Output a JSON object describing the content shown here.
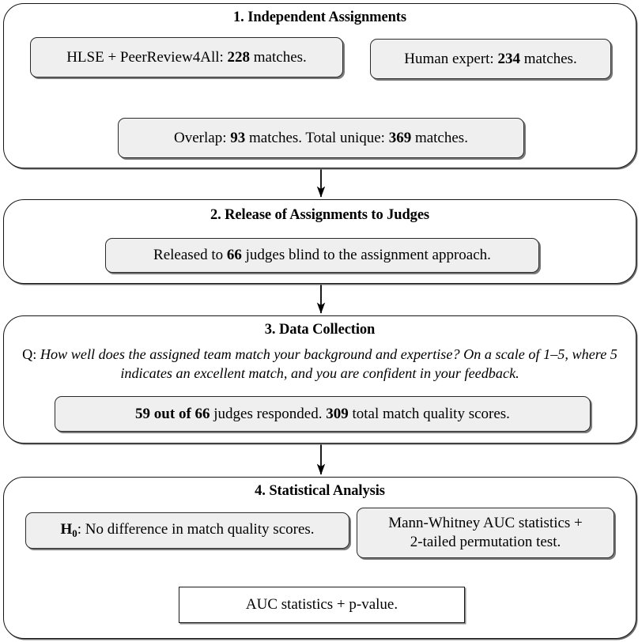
{
  "figure": {
    "type": "flowchart",
    "orientation": "vertical",
    "stage_count": 4,
    "colors": {
      "node_fill": "#efefef",
      "node_border": "#2a2a2a",
      "stage_border": "#151515",
      "background": "#ffffff",
      "arrow": "#000000"
    }
  },
  "stages": [
    {
      "number": "1",
      "title": "1. Independent Assignments",
      "nodes": [
        {
          "id": "hlse-node",
          "text_parts": [
            {
              "text": "HLSE + PeerReview4All: ",
              "bold": false
            },
            {
              "text": "228",
              "bold": true
            },
            {
              "text": " matches.",
              "bold": false
            }
          ],
          "plain_text": "HLSE + PeerReview4All: 228 matches."
        },
        {
          "id": "human-expert-node",
          "text_parts": [
            {
              "text": "Human expert: ",
              "bold": false
            },
            {
              "text": "234",
              "bold": true
            },
            {
              "text": " matches.",
              "bold": false
            }
          ],
          "plain_text": "Human expert: 234 matches."
        },
        {
          "id": "overlap-node",
          "text_parts": [
            {
              "text": "Overlap: ",
              "bold": false
            },
            {
              "text": "93",
              "bold": true
            },
            {
              "text": " matches. Total unique: ",
              "bold": false
            },
            {
              "text": "369",
              "bold": true
            },
            {
              "text": " matches.",
              "bold": false
            }
          ],
          "plain_text": "Overlap: 93 matches. Total unique: 369 matches."
        }
      ]
    },
    {
      "number": "2",
      "title": "2. Release of Assignments to Judges",
      "nodes": [
        {
          "id": "released-node",
          "text_parts": [
            {
              "text": "Released to ",
              "bold": false
            },
            {
              "text": "66",
              "bold": true
            },
            {
              "text": " judges blind to the assignment approach.",
              "bold": false
            }
          ],
          "plain_text": "Released to 66 judges blind to the assignment approach."
        }
      ]
    },
    {
      "number": "3",
      "title": "3. Data Collection",
      "question": {
        "label": "Q",
        "separator": ": ",
        "body": "How well does the assigned team match your background and expertise? On a scale of 1–5, where 5 indicates an excellent match, and you are confident in your feedback."
      },
      "nodes": [
        {
          "id": "responded-node",
          "text_parts": [
            {
              "text": "59 out of 66",
              "bold": true
            },
            {
              "text": " judges responded. ",
              "bold": false
            },
            {
              "text": "309",
              "bold": true
            },
            {
              "text": " total match quality scores.",
              "bold": false
            }
          ],
          "plain_text": "59 out of 66 judges responded. 309 total match quality scores."
        }
      ]
    },
    {
      "number": "4",
      "title": "4. Statistical Analysis",
      "nodes": [
        {
          "id": "null-hypothesis-node",
          "text_parts": [
            {
              "text": "H",
              "bold": true
            },
            {
              "text": "0",
              "bold": true,
              "subscript": true
            },
            {
              "text": ": No difference in match quality scores.",
              "bold": false
            }
          ],
          "plain_text": "H0: No difference in match quality scores."
        },
        {
          "id": "mann-whitney-node",
          "text_parts": [
            {
              "text": "Mann-Whitney AUC statistics +",
              "bold": false
            },
            {
              "text": "2-tailed permutation test.",
              "bold": false
            }
          ],
          "line1": "Mann-Whitney AUC statistics +",
          "line2": "2-tailed permutation test.",
          "plain_text": "Mann-Whitney AUC statistics + 2-tailed permutation test."
        },
        {
          "id": "auc-result-node",
          "text_parts": [
            {
              "text": "AUC statistics +  p-value.",
              "bold": false
            }
          ],
          "plain_text": "AUC statistics +  p-value."
        }
      ]
    }
  ],
  "text": {
    "s1_title": "1. Independent Assignments",
    "s1_hlse_a": "HLSE + PeerReview4All: ",
    "s1_hlse_b": "228",
    "s1_hlse_c": " matches.",
    "s1_human_a": "Human expert: ",
    "s1_human_b": "234",
    "s1_human_c": " matches.",
    "s1_overlap_a": "Overlap: ",
    "s1_overlap_b": "93",
    "s1_overlap_c": " matches. Total unique: ",
    "s1_overlap_d": "369",
    "s1_overlap_e": " matches.",
    "s2_title": "2. Release of Assignments to Judges",
    "s2_released_a": "Released to ",
    "s2_released_b": "66",
    "s2_released_c": " judges blind to the assignment approach.",
    "s3_title": "3. Data Collection",
    "s3_q_label": "Q",
    "s3_q_sep": ": ",
    "s3_q_body": "How well does the assigned team match your background and expertise? On a scale of 1–5, where 5 indicates an excellent match, and you are confident in your feedback.",
    "s3_resp_a": "59 out of 66",
    "s3_resp_b": " judges responded. ",
    "s3_resp_c": "309",
    "s3_resp_d": " total match quality scores.",
    "s4_title": "4. Statistical Analysis",
    "s4_h0_h": "H",
    "s4_h0_sub": "0",
    "s4_h0_rest": ": No difference in match quality scores.",
    "s4_mw_line1": "Mann-Whitney AUC statistics +",
    "s4_mw_line2": "2-tailed permutation test.",
    "s4_auc": "AUC statistics +  p-value."
  }
}
